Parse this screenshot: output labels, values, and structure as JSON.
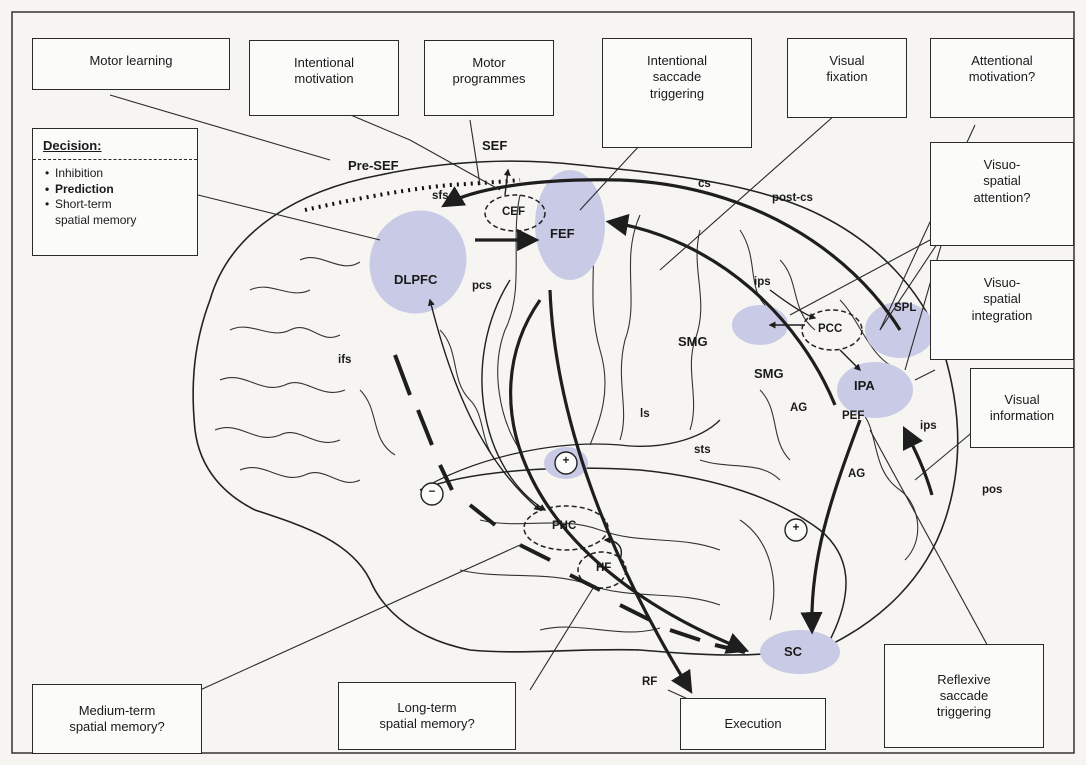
{
  "boxes": {
    "motor_learning": "Motor learning",
    "intentional_motivation": "Intentional\nmotivation",
    "motor_programmes": "Motor\nprogrammes",
    "intentional_saccade_triggering": "Intentional\nsaccade\ntriggering",
    "visual_fixation": "Visual\nfixation",
    "attentional_motivation": "Attentional\nmotivation?",
    "visuo_spatial_attention": "Visuo-\nspatial\nattention?",
    "visuo_spatial_integration": "Visuo-\nspatial\nintegration",
    "visual_information": "Visual\ninformation",
    "reflexive_saccade_triggering": "Reflexive\nsaccade\ntriggering",
    "execution": "Execution",
    "long_term_memory": "Long-term\nspatial memory?",
    "medium_term_memory": "Medium-term\nspatial memory?"
  },
  "decision": {
    "title": "Decision:",
    "items": [
      "Inhibition",
      "Prediction",
      "Short-term\nspatial memory"
    ]
  },
  "regions": {
    "pre_sef": "Pre-SEF",
    "sef": "SEF",
    "cef": "CEF",
    "fef": "FEF",
    "dlpfc": "DLPFC",
    "pcc": "PCC",
    "ipa": "IPA",
    "pef": "PEF",
    "phc": "PHC",
    "hf": "HF",
    "sc": "SC",
    "spl": "SPL",
    "smg_upper": "SMG",
    "smg_lower": "SMG",
    "ag_upper": "AG",
    "ag_lower": "AG",
    "rf": "RF"
  },
  "sulci": {
    "sfs": "sfs",
    "cs": "cs",
    "postcs": "post-cs",
    "ips_upper": "ips",
    "ips_lower": "ips",
    "pcs": "pcs",
    "ifs": "ifs",
    "ls": "ls",
    "sts": "sts",
    "pos": "pos"
  },
  "signs": {
    "plus_top": "+",
    "plus_right": "+",
    "minus_left": "−"
  },
  "colors": {
    "region_fill": "#c9cbe6",
    "line": "#1e1e1e",
    "background": "#f6f5f2"
  }
}
